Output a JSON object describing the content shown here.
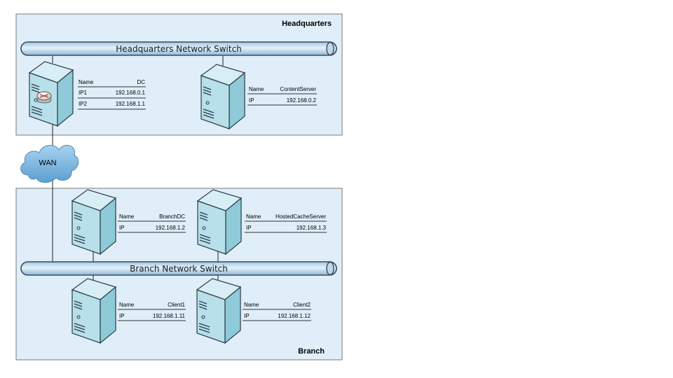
{
  "zones": {
    "headquarters": {
      "title": "Headquarters",
      "fill": "#dfeef8",
      "border": "#7a7a7a"
    },
    "branch": {
      "title": "Branch",
      "fill": "#dfeef8",
      "border": "#7a7a7a"
    }
  },
  "switches": {
    "hq": {
      "label": "Headquarters Network Switch"
    },
    "branch": {
      "label": "Branch Network Switch"
    }
  },
  "wan": {
    "label": "WAN"
  },
  "servers": {
    "dc": {
      "rows": [
        {
          "key": "Name",
          "value": "DC"
        },
        {
          "key": "IP1",
          "value": "192.168.0.1"
        },
        {
          "key": "IP2",
          "value": "192.168.1.1"
        }
      ]
    },
    "content": {
      "rows": [
        {
          "key": "Name",
          "value": "ContentServer"
        },
        {
          "key": "IP",
          "value": "192.168.0.2"
        }
      ]
    },
    "branchdc": {
      "rows": [
        {
          "key": "Name",
          "value": "BranchDC"
        },
        {
          "key": "IP",
          "value": "192.168.1.2"
        }
      ]
    },
    "hosted": {
      "rows": [
        {
          "key": "Name",
          "value": "HostedCacheServer"
        },
        {
          "key": "IP",
          "value": "192.168.1.3"
        }
      ]
    },
    "client1": {
      "rows": [
        {
          "key": "Name",
          "value": "Client1"
        },
        {
          "key": "IP",
          "value": "192.168.1.11"
        }
      ]
    },
    "client2": {
      "rows": [
        {
          "key": "Name",
          "value": "Client2"
        },
        {
          "key": "IP",
          "value": "192.168.1.12"
        }
      ]
    }
  },
  "colors": {
    "switch_fill": "#bcd8ec",
    "switch_stroke": "#3d4a5c",
    "server_front": "#b7e0ea",
    "server_side": "#8fcad8",
    "server_top": "#d6eef4",
    "cloud": "#7ab5dd"
  }
}
